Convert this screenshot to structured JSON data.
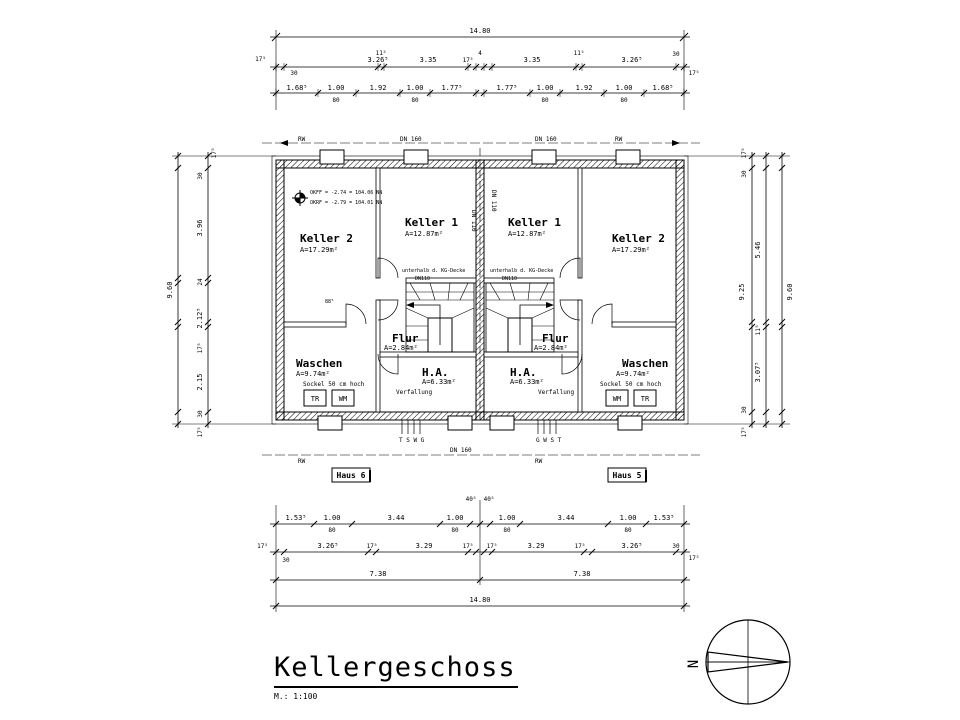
{
  "title": "Kellergeschoss",
  "scale": "M.: 1:100",
  "north_label": "N",
  "house_labels": {
    "left": "Haus 6",
    "right": "Haus 5"
  },
  "level_notes": [
    "OKFF = -2.74 = 104.06 NN",
    "OKRF = -2.79 = 104.01 NN"
  ],
  "pipe_labels": [
    "RW",
    "DN 160",
    "RW",
    "DN 160",
    "DN 110",
    "DN 110",
    "RW",
    "RW",
    "DN 160"
  ],
  "rooms": {
    "keller2_left": {
      "name": "Keller 2",
      "area": "A=17.29m²"
    },
    "keller1_left": {
      "name": "Keller 1",
      "area": "A=12.87m²"
    },
    "keller1_right": {
      "name": "Keller 1",
      "area": "A=12.87m²"
    },
    "keller2_right": {
      "name": "Keller 2",
      "area": "A=17.29m²"
    },
    "flur_left": {
      "name": "Flur",
      "area": "A=2.84m²"
    },
    "flur_right": {
      "name": "Flur",
      "area": "A=2.84m²"
    },
    "waschen_left": {
      "name": "Waschen",
      "area": "A=9.74m²",
      "note": "Sockel 50 cm hoch",
      "appliances": [
        "TR",
        "WM"
      ]
    },
    "waschen_right": {
      "name": "Waschen",
      "area": "A=9.74m²",
      "note": "Sockel 50 cm hoch",
      "appliances": [
        "WM",
        "TR"
      ]
    },
    "ha_left": {
      "name": "H.A.",
      "area": "A=6.33m²",
      "note": "Verfallung"
    },
    "ha_right": {
      "name": "H.A.",
      "area": "A=6.33m²",
      "note": "Verfallung"
    }
  },
  "stair_notes": [
    "unterhalb d. KG-Decke",
    "DN110",
    "unterhalb d. KG-Decke",
    "DN110"
  ],
  "utility_labels": {
    "left": "T S W G",
    "right": "G W S T"
  },
  "dimensions": {
    "top_total": "14.80",
    "top_row1": [
      "17⁵",
      "3.26⁵",
      "11⁵",
      "3.35",
      "17⁵",
      "4",
      "3.35",
      "11⁵",
      "3.26⁵",
      "30"
    ],
    "top_row1_sub": [
      "30",
      "17⁵"
    ],
    "top_row2": [
      "1.68⁵",
      "1.00",
      "1.92",
      "1.00",
      "1.77⁵",
      "1.77⁵",
      "1.00",
      "1.92",
      "1.00",
      "1.68⁵"
    ],
    "top_row2_sub": [
      "80",
      "80",
      "80",
      "80"
    ],
    "left_outer": "9.60",
    "left_inner": [
      "17⁵",
      "30",
      "3.96",
      "24",
      "2.12⁵",
      "17⁵",
      "2.15",
      "30",
      "17⁵"
    ],
    "right_inner": [
      "17⁵",
      "30",
      "5.46",
      "11⁵",
      "3.07⁵",
      "30",
      "17⁵"
    ],
    "right_mid": "9.25",
    "right_outer": "9.60",
    "bottom_row1": [
      "1.53⁵",
      "1.00",
      "3.44",
      "1.00",
      "40⁵",
      "40⁵",
      "1.00",
      "3.44",
      "1.00",
      "1.53⁵"
    ],
    "bottom_row1_sub": [
      "80",
      "80",
      "80",
      "80"
    ],
    "bottom_row2": [
      "17⁵",
      "3.26⁵",
      "17⁵",
      "3.29",
      "17⁵",
      "17⁵",
      "3.29",
      "17⁵",
      "3.26⁵",
      "30"
    ],
    "bottom_row2_sub": [
      "30",
      "17⁵"
    ],
    "bottom_halves": [
      "7.38",
      "7.38"
    ],
    "bottom_total": "14.80"
  }
}
